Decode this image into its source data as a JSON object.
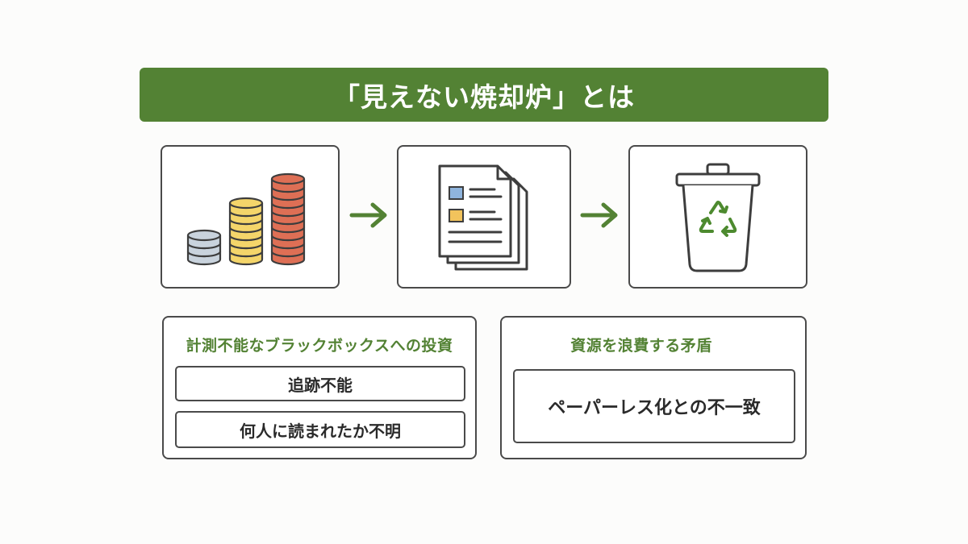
{
  "title": "「見えない焼却炉」とは",
  "icons": {
    "coins": "coin-stacks-icon",
    "documents": "documents-icon",
    "trash": "recycle-bin-icon",
    "arrow": "right-arrow-icon"
  },
  "colors": {
    "accent": "#538234",
    "coin_gray": "#c9d3dd",
    "coin_yellow": "#f4d56a",
    "coin_red": "#de6f55",
    "doc_blue": "#8fb4dd",
    "doc_yellow": "#f2c35c"
  },
  "left_panel": {
    "heading": "計測不能なブラックボックスへの投資",
    "items": [
      "追跡不能",
      "何人に読まれたか不明"
    ]
  },
  "right_panel": {
    "heading": "資源を浪費する矛盾",
    "items": [
      "ペーパーレス化との不一致"
    ]
  }
}
